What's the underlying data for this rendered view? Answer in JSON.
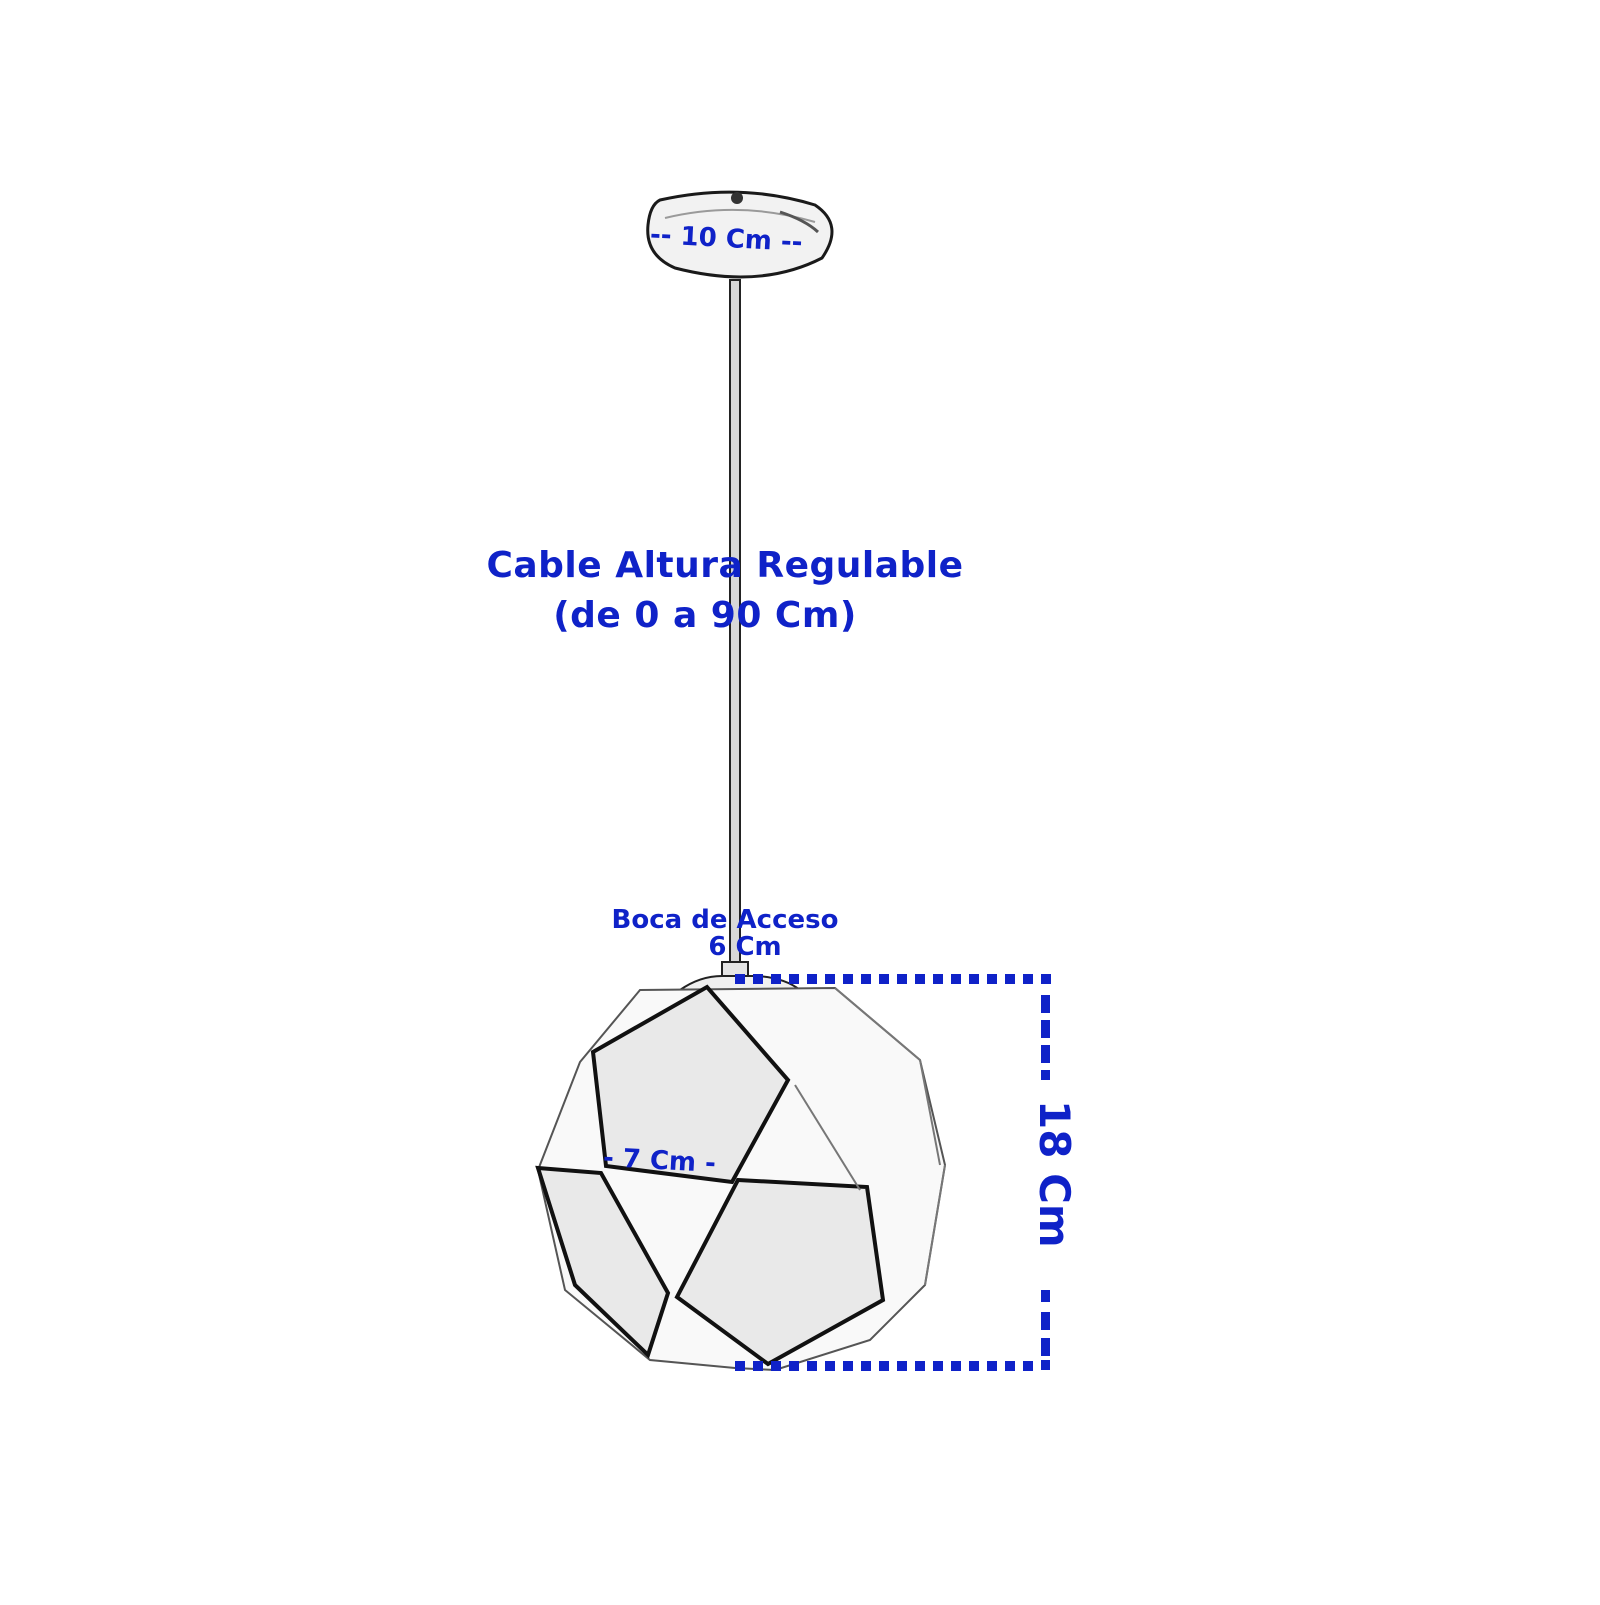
{
  "diagram": {
    "subject": "pendant lamp dimensions",
    "labels": {
      "canopy_width": "-- 10 Cm --",
      "cable_title": "Cable Altura Regulable",
      "cable_range": "(de 0 a 90 Cm)",
      "access_title": "Boca de Acceso",
      "access_size": "6 Cm",
      "face_width": "- 7 Cm -",
      "shade_height": "18 Cm"
    },
    "dimensions": {
      "canopy_cm": 10,
      "cable_min_cm": 0,
      "cable_max_cm": 90,
      "access_opening_cm": 6,
      "face_width_cm": 7,
      "shade_height_cm": 18
    },
    "colors": {
      "annotation": "#0f22c8",
      "line": "#1a1a1a",
      "facet_fill": "#e9e9e9",
      "background": "#ffffff"
    }
  }
}
